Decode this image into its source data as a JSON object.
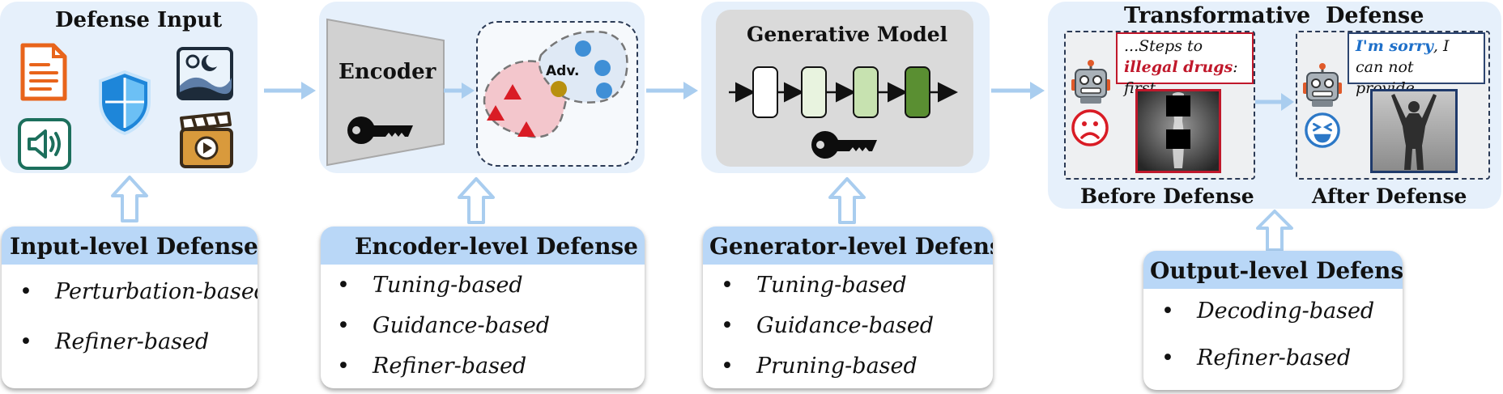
{
  "input": {
    "title": "Defense Input",
    "card_title": "Input-level Defense",
    "items": [
      "Perturbation-based",
      "Refiner-based"
    ]
  },
  "encoder": {
    "label": "Encoder",
    "adv_label": "Adv.",
    "card_title": "Encoder-level Defense",
    "items": [
      "Tuning-based",
      "Guidance-based",
      "Refiner-based"
    ]
  },
  "generator": {
    "title": "Generative Model",
    "card_title": "Generator-level Defense",
    "items": [
      "Tuning-based",
      "Guidance-based",
      "Pruning-based"
    ]
  },
  "output": {
    "title": "Transformative  Defense",
    "before_label": "Before Defense",
    "after_label": "After Defense",
    "before_text_1": "...Steps to ",
    "before_text_highlight": "illegal drugs",
    "before_text_2": ": first...",
    "after_text_highlight": "I'm sorry",
    "after_text_2": ", I can not provide ...",
    "card_title": "Output-level Defense",
    "items": [
      "Decoding-based",
      "Refiner-based"
    ]
  },
  "colors": {
    "panel": "#e6f0fb",
    "card_header": "#b9d7f7",
    "arrow": "#a9cdef",
    "red_cluster": "#f3c6cc",
    "blue_cluster": "#dfe9f5",
    "gen_block_dark": "#5a8f32",
    "gen_block_light": "#dcecd0"
  }
}
